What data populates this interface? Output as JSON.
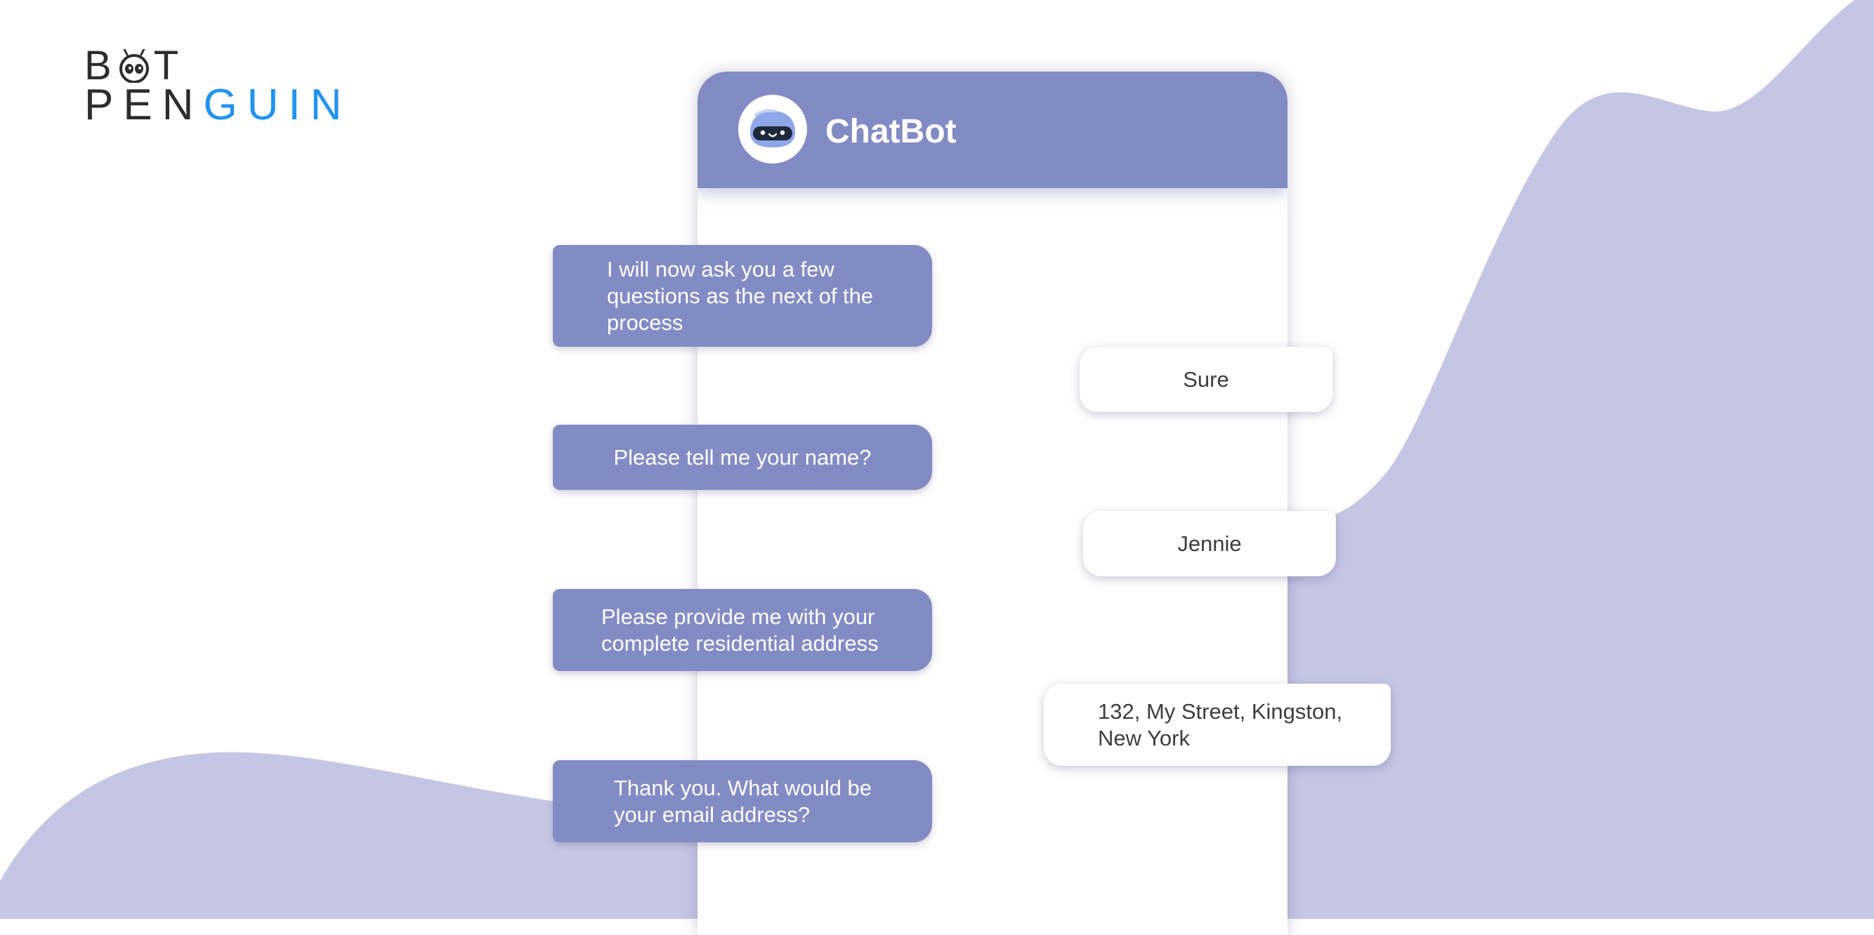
{
  "brand": {
    "logo_b": "B",
    "logo_t": "T",
    "logo_pen": "PEN",
    "logo_guin": "GUIN",
    "accent_color": "#2193f2",
    "icon": "penguin-face-icon"
  },
  "header": {
    "title": "ChatBot",
    "avatar_icon": "robot-face-icon",
    "color": "#838bc4"
  },
  "messages": [
    {
      "sender": "bot",
      "text": "I will now ask you a few questions as the next of the process"
    },
    {
      "sender": "user",
      "text": "Sure"
    },
    {
      "sender": "bot",
      "text": "Please tell me your name?"
    },
    {
      "sender": "user",
      "text": "Jennie"
    },
    {
      "sender": "bot",
      "text": "Please provide me with your complete residential address"
    },
    {
      "sender": "user",
      "text": "132, My Street, Kingston, New York"
    },
    {
      "sender": "bot",
      "text": "Thank you. What would be your email address?"
    }
  ],
  "colors": {
    "bot_bubble": "#838bc4",
    "user_bubble": "#ffffff",
    "background_wave": "#c4c7e4"
  }
}
